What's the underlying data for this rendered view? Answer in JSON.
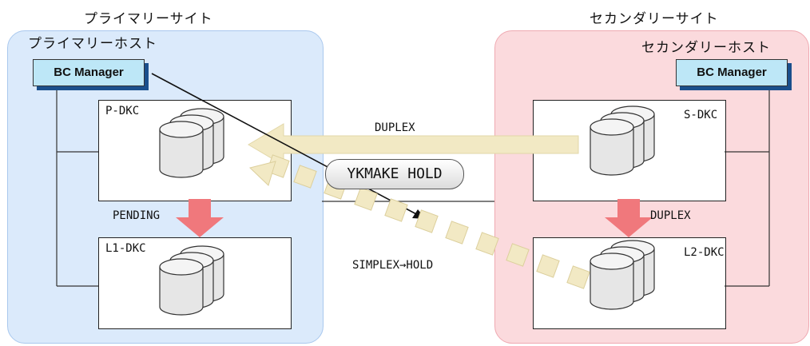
{
  "primary_site": {
    "label": "プライマリーサイト",
    "host_label": "プライマリーホスト",
    "bc_manager": "BC Manager"
  },
  "secondary_site": {
    "label": "セカンダリーサイト",
    "host_label": "セカンダリーホスト",
    "bc_manager": "BC Manager"
  },
  "dkc": {
    "p": "P-DKC",
    "l1": "L1-DKC",
    "s": "S-DKC",
    "l2": "L2-DKC"
  },
  "flows": {
    "s_to_p": "DUPLEX",
    "p_to_l1": "PENDING",
    "s_to_l2": "DUPLEX",
    "l2_to_p": "SIMPLEX→HOLD"
  },
  "command": "YKMAKE HOLD",
  "colors": {
    "primary_bg": "#dbeafb",
    "secondary_bg": "#fbdadd",
    "copy_arrow": "#f2e9c4",
    "pair_arrow": "#f0787c",
    "bc_fill": "#bde7f7",
    "bc_shadow": "#1a4f8c"
  }
}
